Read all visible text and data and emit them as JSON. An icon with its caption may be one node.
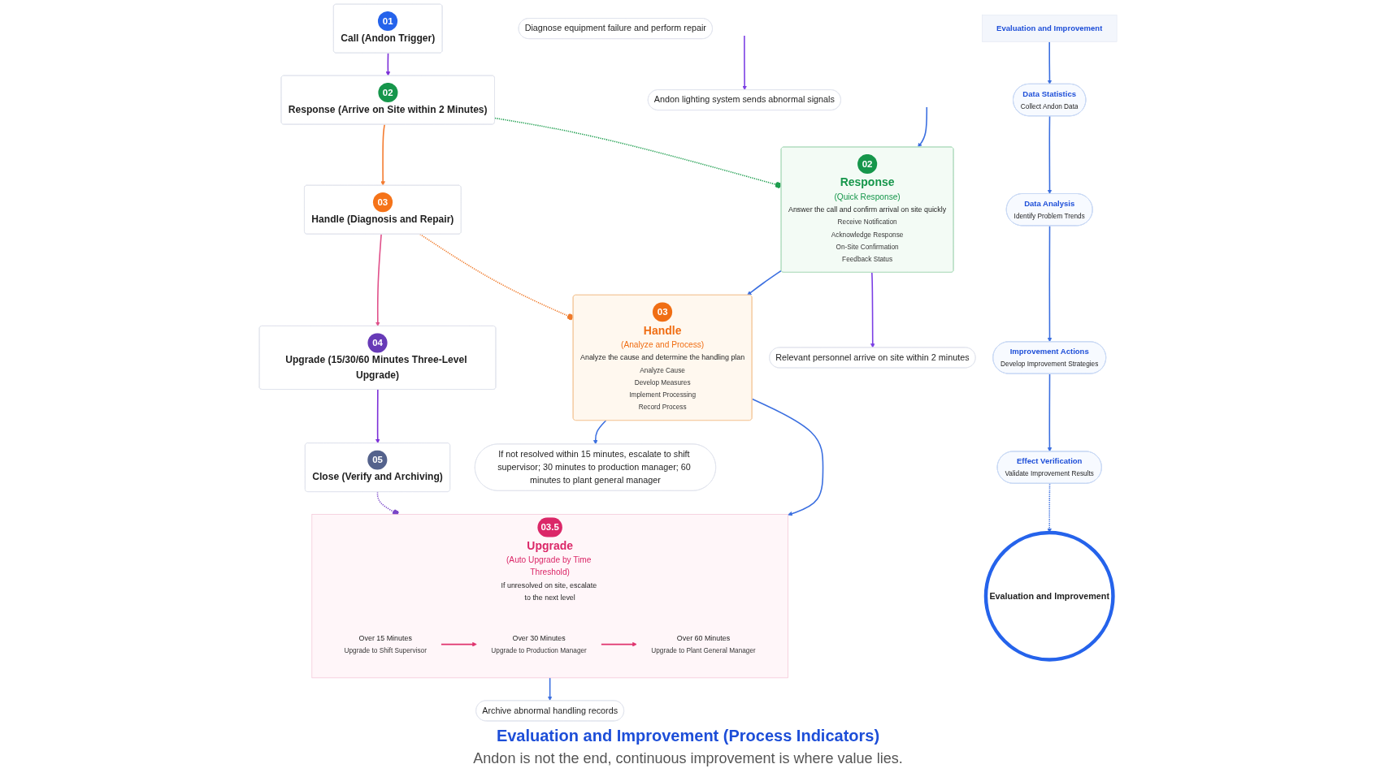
{
  "diagram": {
    "caption": "Andon is not the end, continuous improvement is where value lies.",
    "nodes": [
      {
        "text": [
          "01",
          "Call (Andon Trigger)"
        ]
      },
      {
        "text": [
          "02",
          "Response (Arrive on Site within 2 Minutes)"
        ]
      },
      {
        "text": [
          "03",
          "Handle (Diagnosis and Repair)"
        ]
      },
      {
        "text": [
          "04",
          "Upgrade (15/30/60 Minutes Three-Level Upgrade)"
        ]
      },
      {
        "text": [
          "05",
          "Close (Verify and Archiving)"
        ]
      },
      {
        "text": [
          "02",
          "Response",
          "(Quick Response)",
          "Answer the call and confirm arrival on site quickly",
          "Receive Notification",
          "Acknowledge Response",
          "On-Site Confirmation",
          "Feedback Status"
        ]
      },
      {
        "text": [
          "03",
          "Handle",
          "(Analyze and Process)",
          "Analyze the cause and determine the handling plan",
          "Analyze Cause",
          "Develop Measures",
          "Implement Processing",
          "Record Process"
        ]
      },
      {
        "text": [
          "03.5",
          "Upgrade",
          "(Auto Upgrade by Time Threshold)",
          "If unresolved on site, escalate to the next level"
        ]
      },
      {
        "text": [
          "Over 15 Minutes",
          "Upgrade to Shift Supervisor"
        ],
        "in": 7
      },
      {
        "text": [
          "Over 30 Minutes",
          "Upgrade to Production Manager"
        ],
        "in": 7
      },
      {
        "text": [
          "Over 60 Minutes",
          "Upgrade to Plant General Manager"
        ],
        "in": 7
      },
      {
        "text": [
          "Andon lighting system sends abnormal signals"
        ]
      },
      {
        "text": [
          "Relevant personnel arrive on site within 2 minutes"
        ]
      },
      {
        "text": [
          "Diagnose equipment failure and perform repair"
        ]
      },
      {
        "text": [
          "If not resolved within 15 minutes, escalate to shift supervisor; 30 minutes to production manager; 60 minutes to plant general manager"
        ]
      },
      {
        "text": [
          "Archive abnormal handling records"
        ]
      },
      {
        "text": [
          "Evaluation and Improvement"
        ]
      },
      {
        "text": [
          "Data Statistics",
          "Collect Andon Data"
        ]
      },
      {
        "text": [
          "Data Analysis",
          "Identify Problem Trends"
        ]
      },
      {
        "text": [
          "Improvement Actions",
          "Develop Improvement Strategies"
        ]
      },
      {
        "text": [
          "Effect Verification",
          "Validate Improvement Results"
        ]
      },
      {
        "text": [
          "Evaluation and Improvement"
        ]
      }
    ],
    "edges": [
      {
        "from": 0,
        "to": 1,
        "arrow": "to",
        "color": "#7c2fd8"
      },
      {
        "from": 1,
        "to": 2,
        "arrow": "to",
        "color": "#f47b2f"
      },
      {
        "from": 2,
        "to": 3,
        "arrow": "to",
        "color": "#e0508a"
      },
      {
        "from": 3,
        "to": 4,
        "arrow": "to",
        "color": "#7c2fd8"
      },
      {
        "from": 1,
        "to": 5,
        "arrow": "other",
        "style": "dashed",
        "color": "#1e9e4f"
      },
      {
        "from": 2,
        "to": 6,
        "arrow": "other",
        "style": "dashed",
        "color": "#f07a2a"
      },
      {
        "from": 4,
        "to": 7,
        "arrow": "other",
        "style": "dashed",
        "color": "#7a45c8"
      },
      {
        "from": null,
        "to": 11,
        "arrow": "to",
        "color": "#7b3fe4"
      },
      {
        "from": null,
        "to": 5,
        "arrow": "to"
      },
      {
        "from": 5,
        "to": 6,
        "arrow": "to"
      },
      {
        "from": 6,
        "to": 7,
        "arrow": "to"
      },
      {
        "from": 8,
        "to": 9,
        "arrow": "to",
        "color": "#e0336e"
      },
      {
        "from": 9,
        "to": 10,
        "arrow": "to",
        "color": "#e0336e"
      },
      {
        "from": 5,
        "to": 12,
        "arrow": "to",
        "color": "#7b3fe4"
      },
      {
        "from": 6,
        "to": 14,
        "arrow": "to"
      },
      {
        "from": 7,
        "to": 15,
        "arrow": "to"
      },
      {
        "from": 16,
        "to": 17,
        "arrow": "to"
      },
      {
        "from": 17,
        "to": 18,
        "arrow": "to"
      },
      {
        "from": 18,
        "to": 19,
        "arrow": "to"
      },
      {
        "from": 19,
        "to": 20,
        "arrow": "to"
      },
      {
        "from": 20,
        "to": 21,
        "arrow": "to",
        "style": "dashed"
      }
    ],
    "labels": [
      "Evaluation and Improvement (Process Indicators)"
    ]
  }
}
